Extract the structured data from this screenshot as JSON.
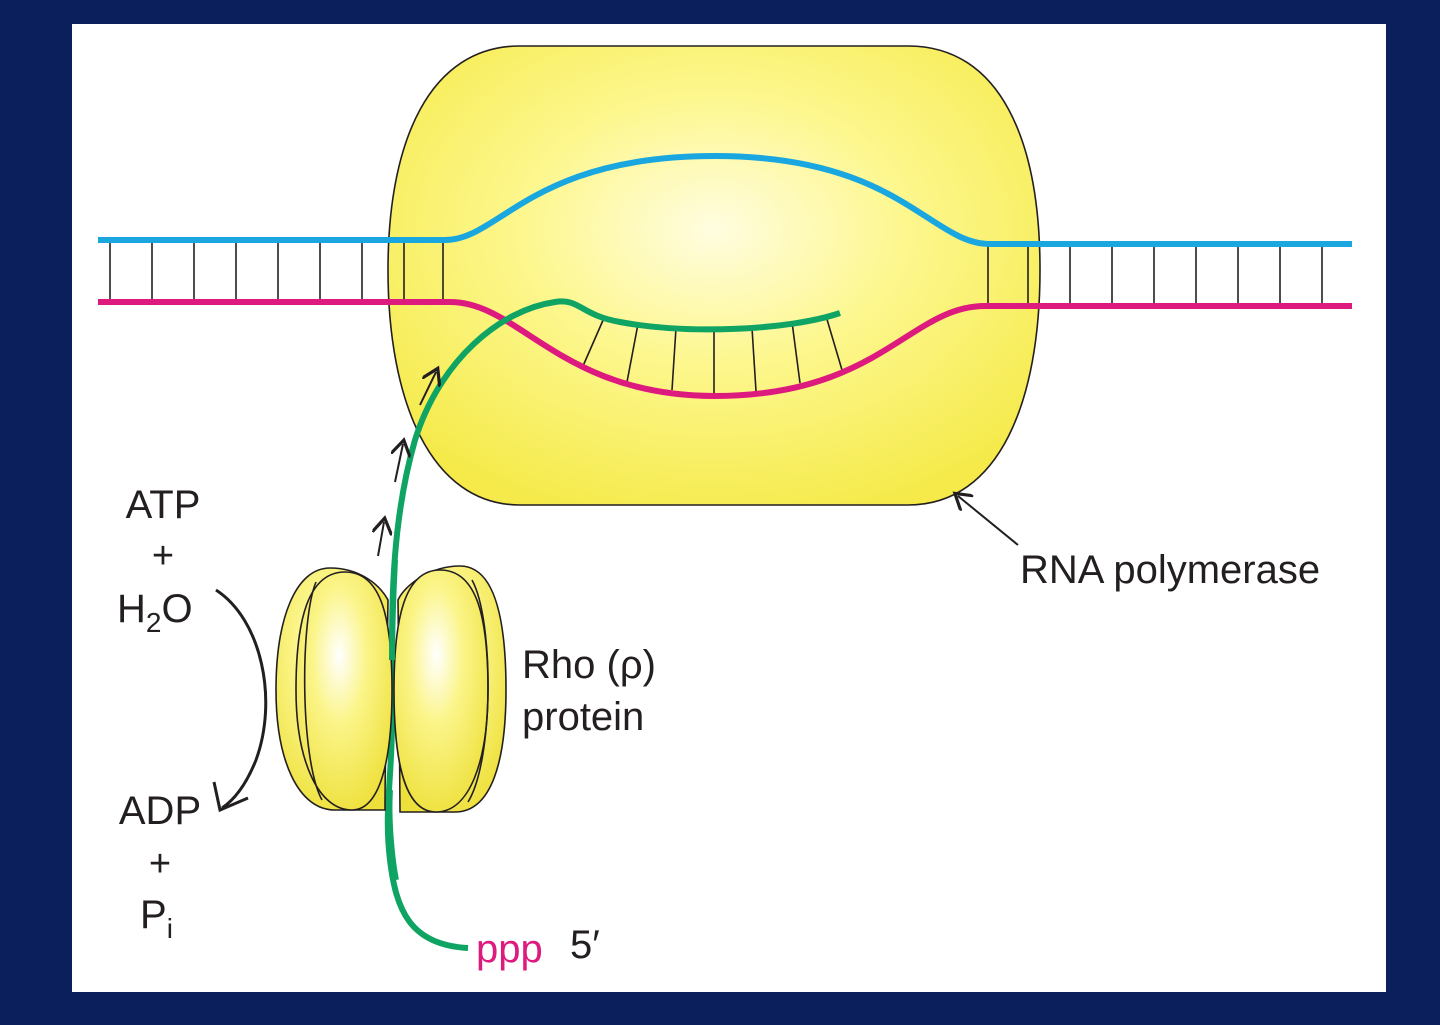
{
  "labels": {
    "rna_polymerase": "RNA polymerase",
    "rho_line1": "Rho (ρ)",
    "rho_line2": "protein",
    "atp": "ATP",
    "plus1": "+",
    "h2o_h": "H",
    "h2o_sub": "2",
    "h2o_o": "O",
    "adp": "ADP",
    "plus2": "+",
    "pi_p": "P",
    "pi_sub": "i",
    "ppp": "ppp",
    "five_prime": "5′"
  },
  "colors": {
    "border": "#0b1f5c",
    "background": "#ffffff",
    "polymerase_fill": "#fbf27a",
    "rho_fill": "#f6ee57",
    "template_strand": "#1aa7e0",
    "coding_strand": "#dd1a7e",
    "rna_strand": "#0fa463",
    "ppp_text": "#dd1a7e",
    "line": "#231f20"
  }
}
